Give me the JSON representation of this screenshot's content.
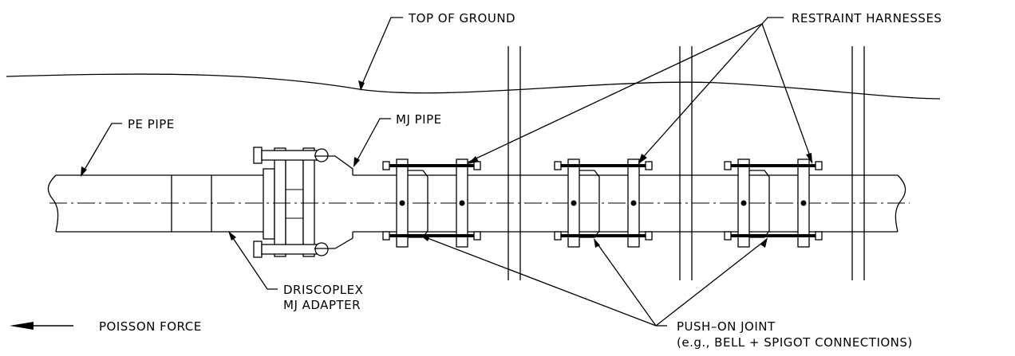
{
  "labels": {
    "top_of_ground": "TOP OF GROUND",
    "restraint_harnesses": "RESTRAINT HARNESSES",
    "pe_pipe": "PE PIPE",
    "mj_pipe": "MJ PIPE",
    "driscoplex_line1": "DRISCOPLEX",
    "driscoplex_line2": "MJ ADAPTER",
    "poisson_force": "POISSON FORCE",
    "push_on_line1": "PUSH–ON JOINT",
    "push_on_line2": "(e.g., BELL + SPIGOT CONNECTIONS)"
  },
  "colors": {
    "line": "#000000",
    "background": "#ffffff"
  }
}
